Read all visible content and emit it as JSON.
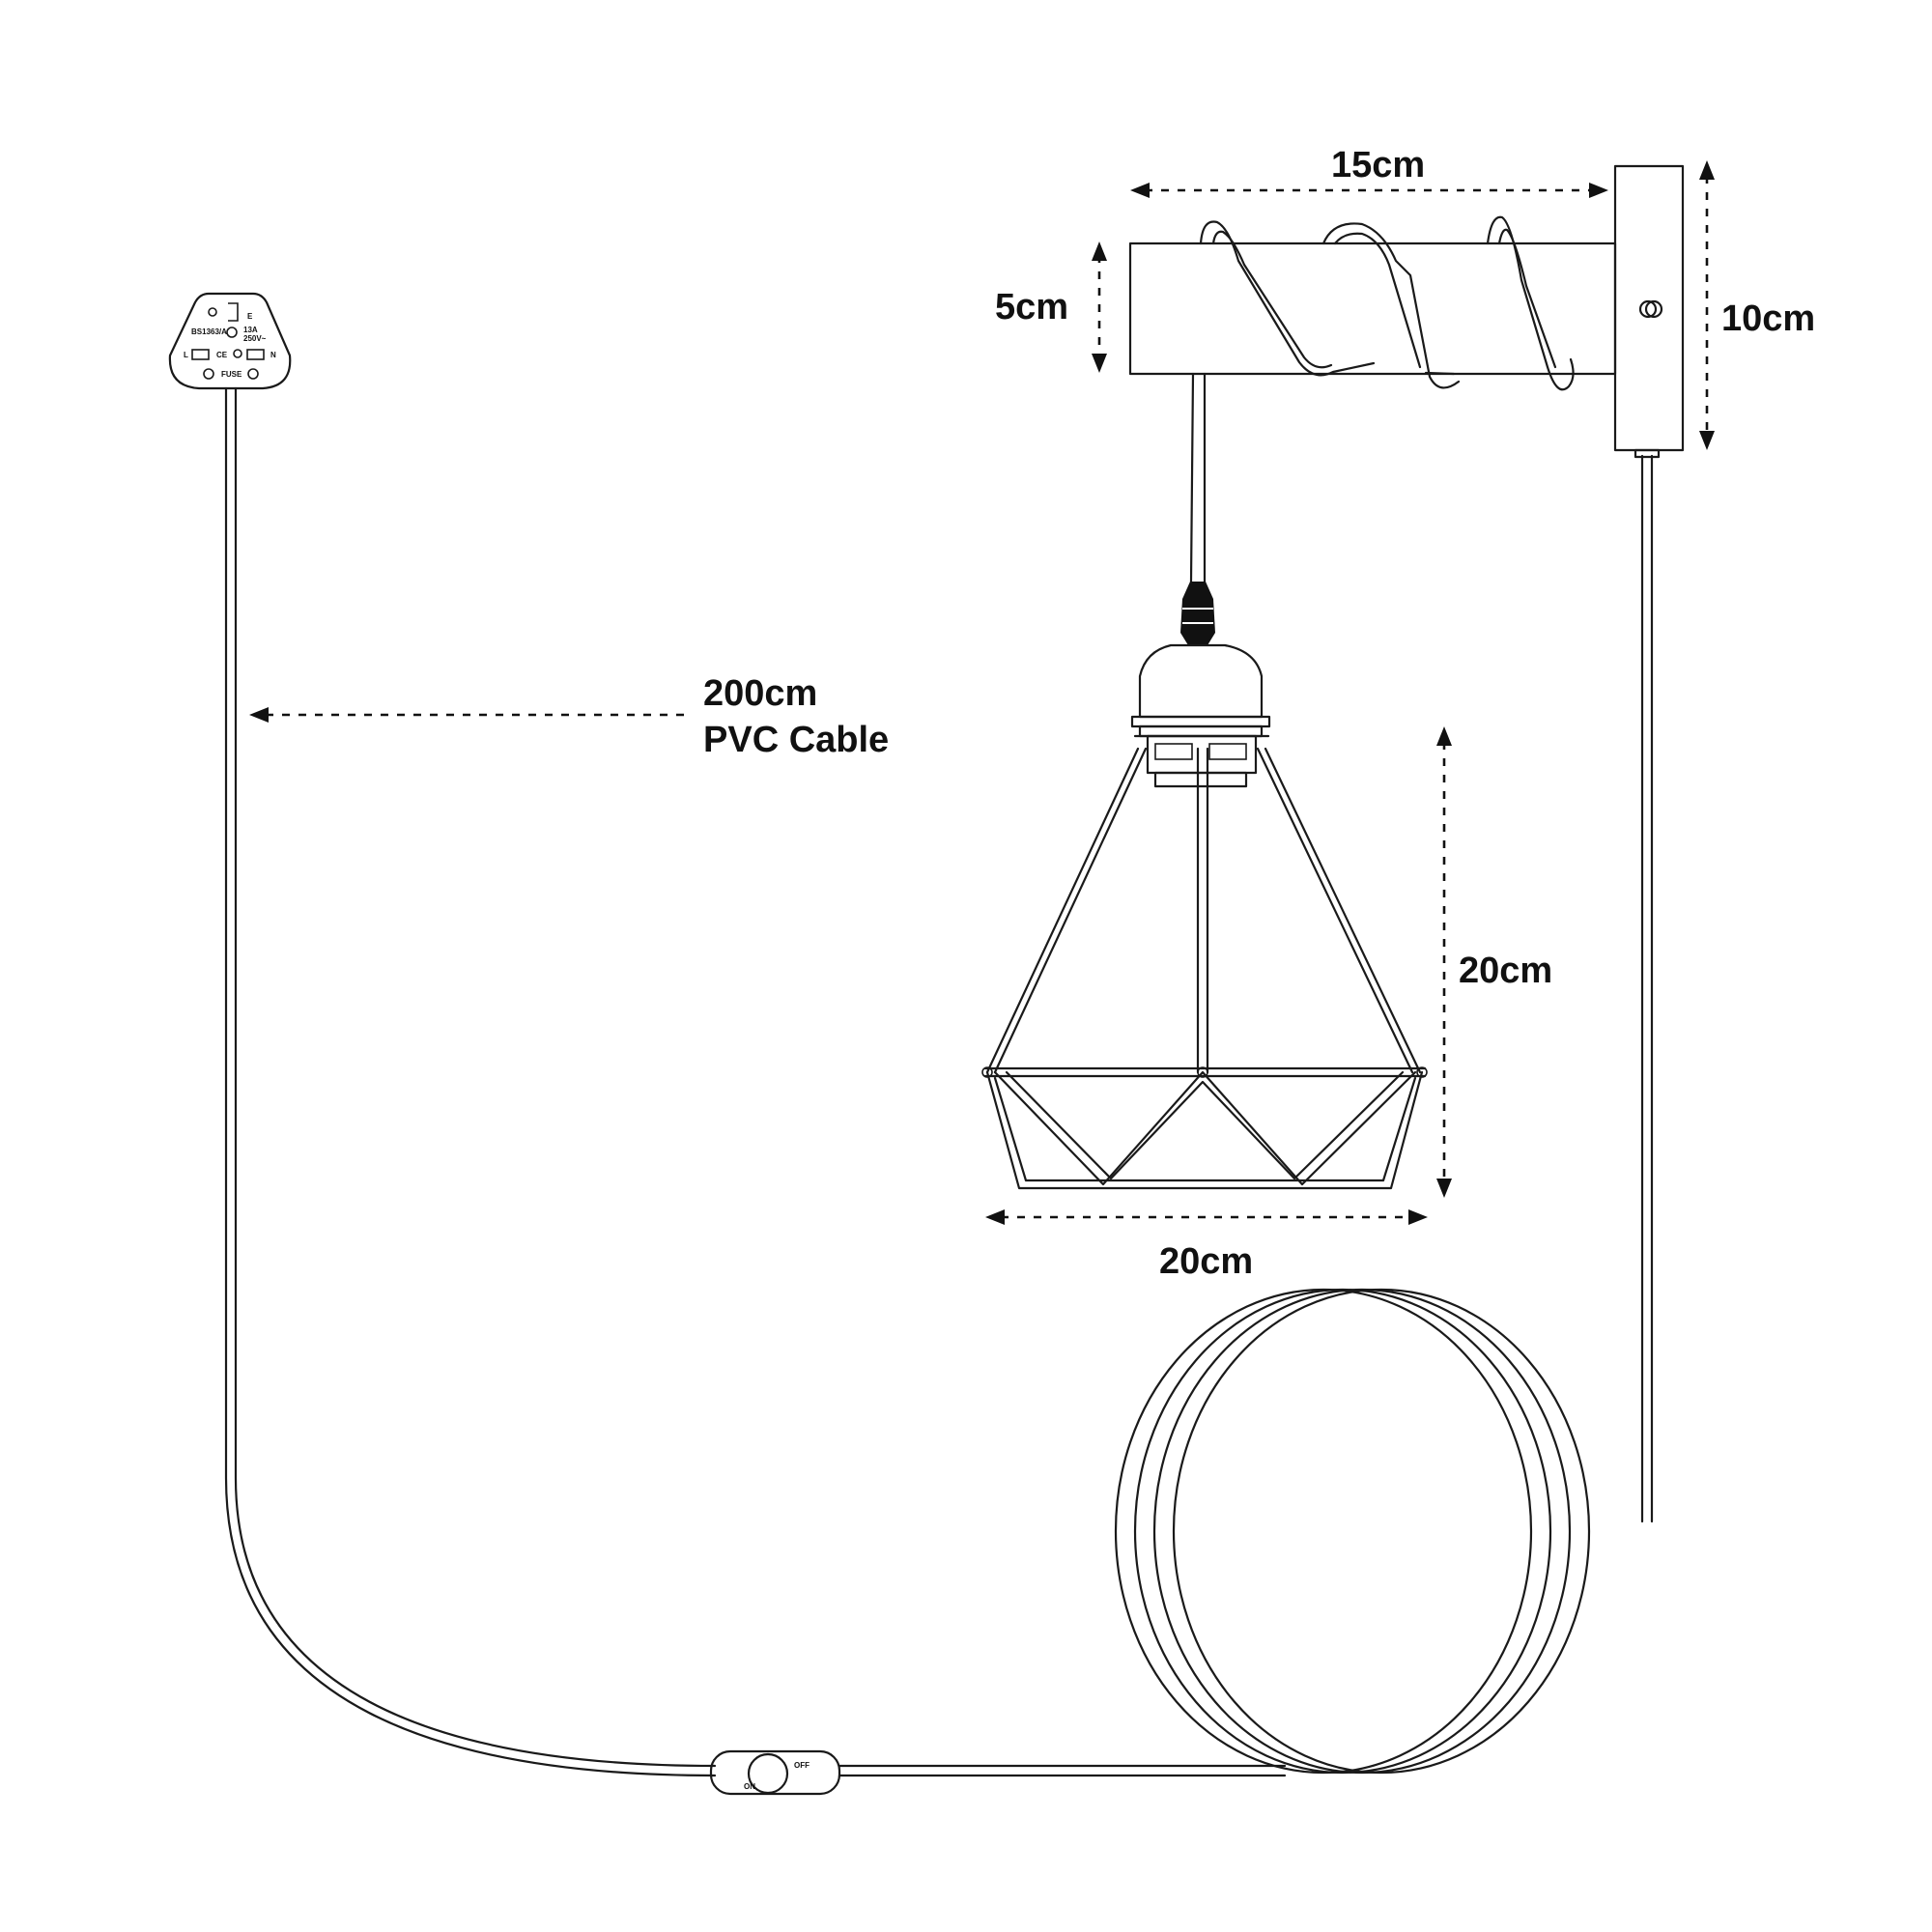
{
  "dimensions": {
    "bracket_length": "15cm",
    "bracket_height": "5cm",
    "wall_plate_height": "10cm",
    "shade_height": "20cm",
    "shade_width": "20cm"
  },
  "cable_label": {
    "line1": "200cm",
    "line2": "PVC Cable"
  },
  "plug_markings": {
    "standard": "BS1363/A",
    "earth": "E",
    "live": "L",
    "neutral": "N",
    "ce": "CE",
    "rating": "13A",
    "voltage": "250V~",
    "fuse": "FUSE"
  },
  "switch_markings": {
    "on": "ON",
    "off": "OFF"
  }
}
